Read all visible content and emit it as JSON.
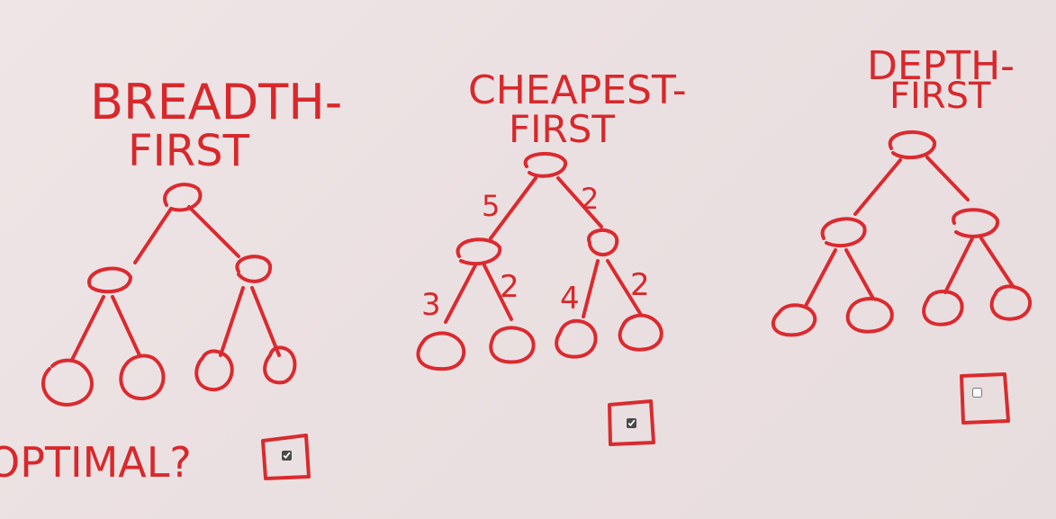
{
  "panels": {
    "breadth_first": {
      "title_line1": "BREADTH-",
      "title_line2": "FIRST",
      "optimal_checked": true
    },
    "cheapest_first": {
      "title_line1": "CHEAPEST-",
      "title_line2": "FIRST",
      "edge_costs": {
        "root_left": "5",
        "root_right": "2",
        "left_left": "3",
        "left_right": "2",
        "right_left": "4",
        "right_right": "2"
      },
      "optimal_checked": true
    },
    "depth_first": {
      "title_line1": "DEPTH-",
      "title_line2": "FIRST",
      "optimal_checked": false
    }
  },
  "question_label": "OPTIMAL?",
  "colors": {
    "ink": "#db2a2f",
    "board": "#ebe0e1"
  }
}
